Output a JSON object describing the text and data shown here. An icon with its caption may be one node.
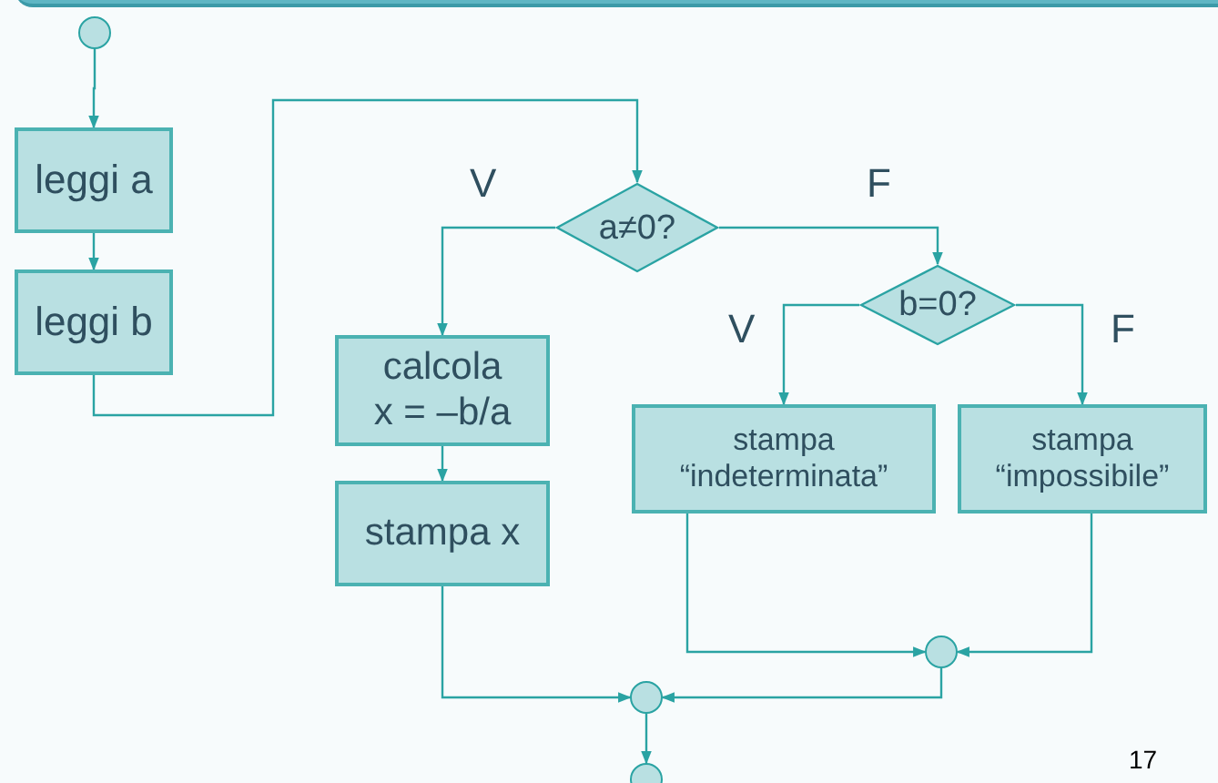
{
  "diagram": {
    "nodes": [
      {
        "text": [],
        "shape": "circle"
      },
      {
        "text": [
          "leggi a"
        ]
      },
      {
        "text": [
          "leggi b"
        ]
      },
      {
        "text": [
          "a≠0?"
        ]
      },
      {
        "text": [
          "calcola x = –b/a"
        ]
      },
      {
        "text": [
          "stampa x"
        ]
      },
      {
        "text": [
          "b=0?"
        ]
      },
      {
        "text": [
          "stampa “indeterminata”"
        ]
      },
      {
        "text": [
          "stampa “impossibile”"
        ]
      },
      {
        "text": [],
        "shape": "circle"
      },
      {
        "text": [],
        "shape": "circle"
      },
      {
        "text": [],
        "shape": "circle"
      }
    ],
    "edges": [
      {
        "from": 0,
        "to": 1,
        "arrow": "to"
      },
      {
        "from": 1,
        "to": 2,
        "arrow": "to"
      },
      {
        "from": 2,
        "to": 3,
        "arrow": "to"
      },
      {
        "from": 3,
        "to": 4,
        "label": "V",
        "arrow": "to"
      },
      {
        "from": 3,
        "to": 6,
        "label": "F",
        "arrow": "to"
      },
      {
        "from": 4,
        "to": 5,
        "arrow": "to"
      },
      {
        "from": 6,
        "to": 7,
        "label": "V",
        "arrow": "to"
      },
      {
        "from": 6,
        "to": 8,
        "label": "F",
        "arrow": "to"
      },
      {
        "from": 7,
        "to": 9,
        "arrow": "to"
      },
      {
        "from": 8,
        "to": 9,
        "arrow": "to"
      },
      {
        "from": 5,
        "to": 10,
        "arrow": "to"
      },
      {
        "from": 9,
        "to": 10,
        "arrow": "to"
      },
      {
        "from": 10,
        "to": 11,
        "arrow": "to"
      }
    ],
    "labels": [
      "17"
    ]
  }
}
